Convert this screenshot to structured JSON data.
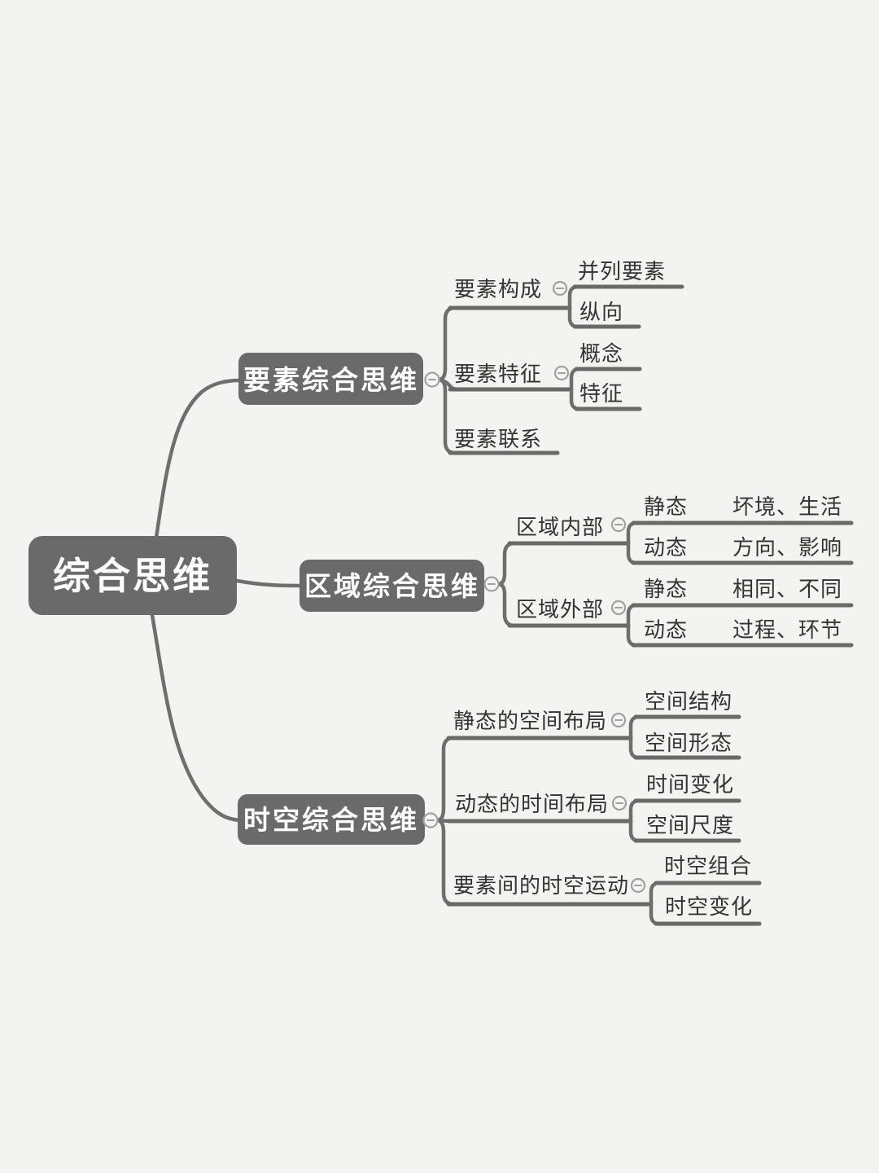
{
  "diagram": {
    "type": "mindmap",
    "root": {
      "label": "综合思维"
    },
    "branches": [
      {
        "label": "要素综合思维",
        "children": [
          {
            "label": "要素构成",
            "children": [
              {
                "label": "并列要素"
              },
              {
                "label": "纵向"
              }
            ]
          },
          {
            "label": "要素特征",
            "children": [
              {
                "label": "概念"
              },
              {
                "label": "特征"
              }
            ]
          },
          {
            "label": "要素联系",
            "children": []
          }
        ]
      },
      {
        "label": "区域综合思维",
        "children": [
          {
            "label": "区域内部",
            "children": [
              {
                "label": "静态",
                "detail": "坏境、生活"
              },
              {
                "label": "动态",
                "detail": "方向、影响"
              }
            ]
          },
          {
            "label": "区域外部",
            "children": [
              {
                "label": "静态",
                "detail": "相同、不同"
              },
              {
                "label": "动态",
                "detail": "过程、环节"
              }
            ]
          }
        ]
      },
      {
        "label": "时空综合思维",
        "children": [
          {
            "label": "静态的空间布局",
            "children": [
              {
                "label": "空间结构"
              },
              {
                "label": "空间形态"
              }
            ]
          },
          {
            "label": "动态的时间布局",
            "children": [
              {
                "label": "时间变化"
              },
              {
                "label": "空间尺度"
              }
            ]
          },
          {
            "label": "要素间的时空运动",
            "children": [
              {
                "label": "时空组合"
              },
              {
                "label": "时空变化"
              }
            ]
          }
        ]
      }
    ],
    "icons": {
      "collapse": "minus-circle"
    },
    "colors": {
      "background": "#f3f3f1",
      "node_fill": "#6a6a6a",
      "node_text": "#ffffff",
      "line": "#6e6e6e",
      "text": "#333333",
      "collapse_ring": "#a0a0a0"
    }
  }
}
